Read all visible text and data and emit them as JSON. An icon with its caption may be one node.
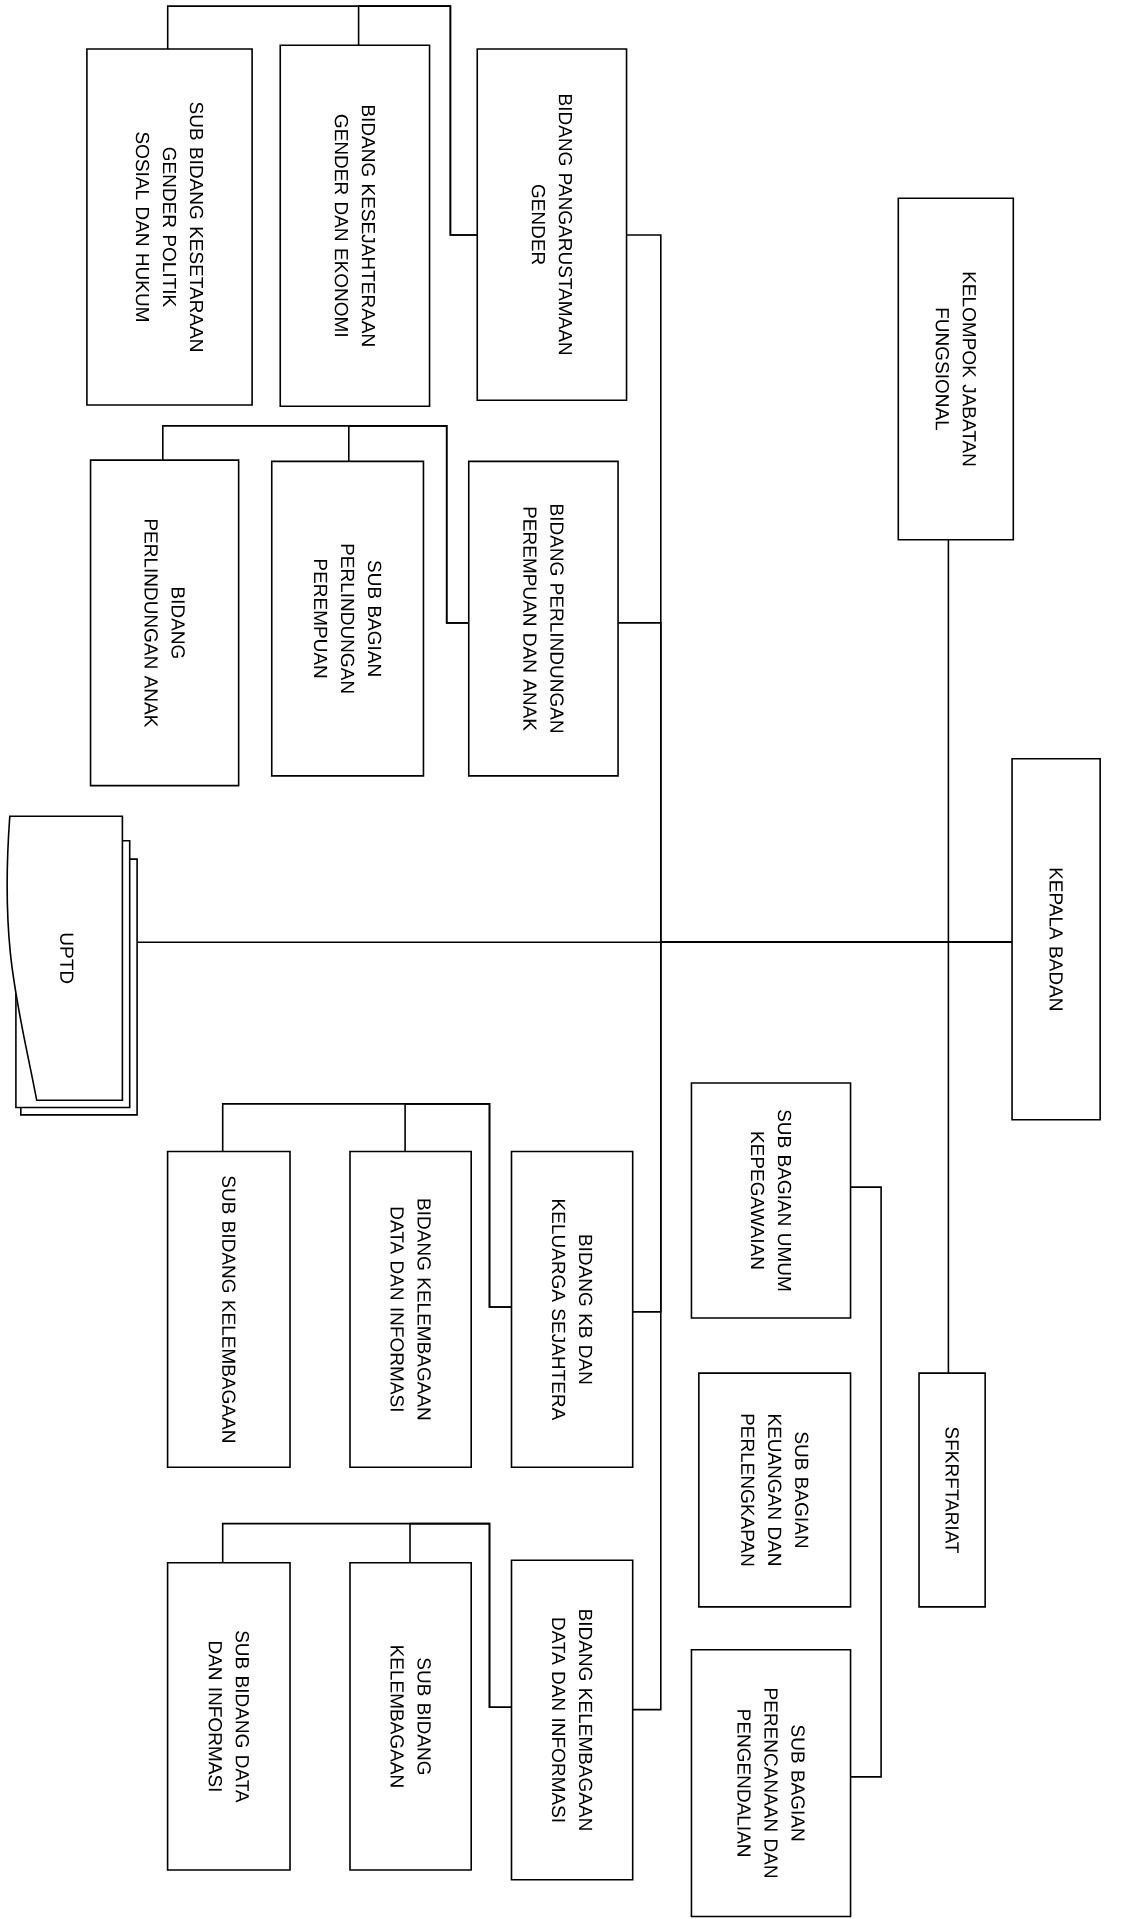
{
  "diagram": {
    "nodes": [
      {
        "text": [
          "KEPALA BADAN"
        ]
      },
      {
        "text": [
          "KELOMPOK JABATAN FUNGSIONAL"
        ]
      },
      {
        "text": [
          "SFKRFTARIAT"
        ]
      },
      {
        "text": [
          "SUB BAGIAN UMUM KEPEGAWAIAN"
        ]
      },
      {
        "text": [
          "SUB BAGIAN KEUANGAN DAN PERLENGKAPAN"
        ]
      },
      {
        "text": [
          "SUB BAGIAN PERENCANAAN DAN PENGENDALIAN"
        ]
      },
      {
        "text": [
          "BIDANG PANGARUSTAMAAN GENDER"
        ]
      },
      {
        "text": [
          "BIDANG KESEJAHTERAAN GENDER DAN EKONOMI"
        ]
      },
      {
        "text": [
          "SUB BIDANG KESETARAAN GENDER POLITIK SOSIAL DAN HUKUM"
        ]
      },
      {
        "text": [
          "BIDANG PERLINDUNGAN PEREMPUAN DAN ANAK"
        ]
      },
      {
        "text": [
          "SUB BAGIAN PERLINDUNGAN PEREMPUAN"
        ]
      },
      {
        "text": [
          "BIDANG PERLINDUNGAN ANAK"
        ]
      },
      {
        "text": [
          "UPTD"
        ]
      },
      {
        "text": [
          "BIDANG KB DAN KELUARGA SEJAHTERA"
        ]
      },
      {
        "text": [
          "BIDANG KELEMBAGAAN DATA DAN INFORMASI"
        ]
      },
      {
        "text": [
          "SUB BIDANG KELEMBAGAAN"
        ]
      },
      {
        "text": [
          "BIDANG KELEMBAGAAN DATA DAN INFORMASI"
        ]
      },
      {
        "text": [
          "SUB BIDANG KELEMBAGAAN"
        ]
      },
      {
        "text": [
          "SUB BIDANG DATA DAN INFORMASI"
        ]
      }
    ],
    "edges": [
      {
        "from": 0,
        "to": 12,
        "arrow": "none"
      },
      {
        "from": 0,
        "to": 1,
        "arrow": "none"
      },
      {
        "from": 0,
        "to": 2,
        "arrow": "none"
      },
      {
        "from": 0,
        "to": 6,
        "arrow": "none"
      },
      {
        "from": 0,
        "to": 9,
        "arrow": "none"
      },
      {
        "from": 0,
        "to": 13,
        "arrow": "none"
      },
      {
        "from": 0,
        "to": 16,
        "arrow": "none"
      },
      {
        "from": 3,
        "to": 5,
        "arrow": "none"
      },
      {
        "from": 6,
        "to": 7,
        "arrow": "none"
      },
      {
        "from": 6,
        "to": 8,
        "arrow": "none"
      },
      {
        "from": 9,
        "to": 10,
        "arrow": "none"
      },
      {
        "from": 9,
        "to": 11,
        "arrow": "none"
      },
      {
        "from": 13,
        "to": 14,
        "arrow": "none"
      },
      {
        "from": 13,
        "to": 15,
        "arrow": "none"
      },
      {
        "from": 16,
        "to": 17,
        "arrow": "none"
      },
      {
        "from": 16,
        "to": 18,
        "arrow": "none"
      }
    ]
  }
}
